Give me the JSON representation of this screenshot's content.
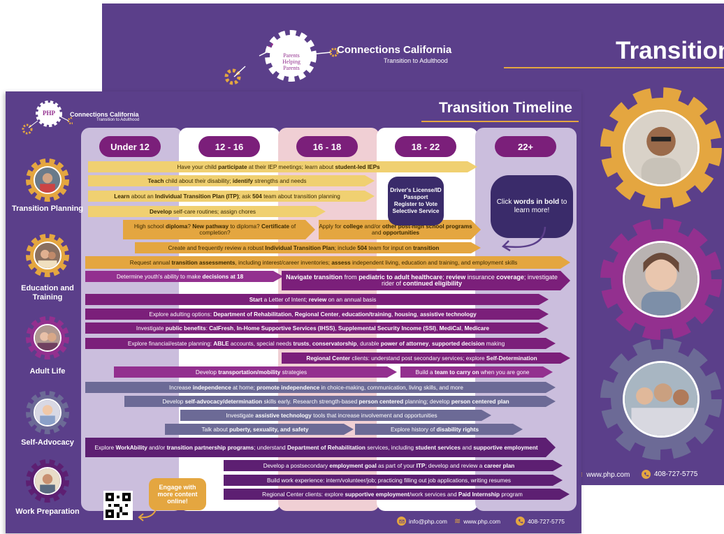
{
  "back": {
    "brand_title": "Connections California",
    "brand_sub": "Transition to Adulthood",
    "title": "Transition Timeline",
    "website": "www.php.com",
    "phone": "408-727-5775",
    "logo_text": "Parents Helping Parents"
  },
  "front": {
    "brand_title": "Connections California",
    "brand_sub": "Transition to Adulthood",
    "title": "Transition Timeline",
    "columns": [
      "Under 12",
      "12 - 16",
      "16 - 18",
      "18 - 22",
      "22+"
    ],
    "row_labels": [
      "Transition Planning",
      "Education and Training",
      "Adult Life",
      "Self-Advocacy",
      "Work Preparation"
    ],
    "navy_box": [
      "Driver's License/ID",
      "Passport",
      "Register to Vote",
      "Selective Service"
    ],
    "click_box": {
      "pre": "Click ",
      "bold": "words in bold",
      "post": " to learn more!"
    },
    "engage": "Engage with more content online!",
    "email": "info@php.com",
    "website": "www.php.com",
    "phone": "408-727-5775",
    "colors": {
      "background": "#5b3f8a",
      "gold": "#e4a640",
      "magenta": "#7b1f7a",
      "navy": "#3a2b6a"
    }
  },
  "bars": [
    {
      "parts": [
        [
          "Have your child ",
          0
        ],
        [
          "participate",
          1
        ],
        [
          " at their IEP meetings; learn about ",
          0
        ],
        [
          "student-led IEPs",
          1
        ]
      ]
    },
    {
      "parts": [
        [
          "Teach",
          1
        ],
        [
          " child about their disability; ",
          0
        ],
        [
          "identify",
          1
        ],
        [
          " strengths and needs",
          0
        ]
      ]
    },
    {
      "parts": [
        [
          "Learn",
          1
        ],
        [
          " about an ",
          0
        ],
        [
          "Individual Transition Plan (ITP)",
          1
        ],
        [
          "; ask ",
          0
        ],
        [
          "504",
          1
        ],
        [
          " team about transition planning",
          0
        ]
      ]
    },
    {
      "parts": [
        [
          "Develop",
          1
        ],
        [
          " self-care routines; assign chores",
          0
        ]
      ]
    },
    {
      "parts": [
        [
          "High school ",
          0
        ],
        [
          "diploma",
          1
        ],
        [
          "? ",
          0
        ],
        [
          "New pathway",
          1
        ],
        [
          " to diploma? ",
          0
        ],
        [
          "Certificate",
          1
        ],
        [
          " of completion?",
          0
        ]
      ]
    },
    {
      "parts": [
        [
          "Apply for ",
          0
        ],
        [
          "college",
          1
        ],
        [
          " and/or ",
          0
        ],
        [
          "other post-high school programs",
          1
        ],
        [
          " and ",
          0
        ],
        [
          "opportunities",
          1
        ]
      ]
    },
    {
      "parts": [
        [
          "Create and frequently review a robust ",
          0
        ],
        [
          "Individual Transition Plan",
          1
        ],
        [
          "; include ",
          0
        ],
        [
          "504",
          1
        ],
        [
          " team for input on ",
          0
        ],
        [
          "transition",
          1
        ]
      ]
    },
    {
      "parts": [
        [
          "Request annual ",
          0
        ],
        [
          "transition assessments",
          1
        ],
        [
          ", including interest/career inventories; ",
          0
        ],
        [
          "assess",
          1
        ],
        [
          " independent living, education and training, and employment skills",
          0
        ]
      ]
    },
    {
      "parts": [
        [
          "Determine youth's ability to make ",
          0
        ],
        [
          "decisions at 18",
          1
        ]
      ]
    },
    {
      "parts": [
        [
          "Navigate transition",
          1
        ],
        [
          " from ",
          0
        ],
        [
          "pediatric to adult healthcare",
          1
        ],
        [
          "; ",
          0
        ],
        [
          "review",
          1
        ],
        [
          " insurance ",
          0
        ],
        [
          "coverage",
          1
        ],
        [
          "; investigate rider of ",
          0
        ],
        [
          "continued eligibility",
          1
        ]
      ]
    },
    {
      "parts": [
        [
          "Start",
          1
        ],
        [
          " a Letter of Intent; ",
          0
        ],
        [
          "review",
          1
        ],
        [
          " on an annual basis",
          0
        ]
      ]
    },
    {
      "parts": [
        [
          "Explore adulting options: ",
          0
        ],
        [
          "Department of Rehabilitation",
          1
        ],
        [
          ", ",
          0
        ],
        [
          "Regional Center",
          1
        ],
        [
          ", ",
          0
        ],
        [
          "education/training",
          1
        ],
        [
          ", ",
          0
        ],
        [
          "housing",
          1
        ],
        [
          ", ",
          0
        ],
        [
          "assistive technology",
          1
        ]
      ]
    },
    {
      "parts": [
        [
          "Investigate ",
          0
        ],
        [
          "public benefits",
          1
        ],
        [
          ": ",
          0
        ],
        [
          "CalFresh",
          1
        ],
        [
          ", ",
          0
        ],
        [
          "In-Home Supportive Services (IHSS)",
          1
        ],
        [
          ", ",
          0
        ],
        [
          "Supplemental Security Income (SSI)",
          1
        ],
        [
          ", ",
          0
        ],
        [
          "MediCal",
          1
        ],
        [
          ", ",
          0
        ],
        [
          "Medicare",
          1
        ]
      ]
    },
    {
      "parts": [
        [
          "Explore financial/estate planning: ",
          0
        ],
        [
          "ABLE",
          1
        ],
        [
          " accounts, special needs ",
          0
        ],
        [
          "trusts",
          1
        ],
        [
          ", ",
          0
        ],
        [
          "conservatorship",
          1
        ],
        [
          ", durable ",
          0
        ],
        [
          "power of attorney",
          1
        ],
        [
          ", ",
          0
        ],
        [
          "supported decision",
          1
        ],
        [
          " making",
          0
        ]
      ]
    },
    {
      "parts": [
        [
          "Regional Center",
          1
        ],
        [
          " clients: understand post secondary services; explore ",
          0
        ],
        [
          "Self-Determination",
          1
        ]
      ]
    },
    {
      "parts": [
        [
          "Develop ",
          0
        ],
        [
          "transportation/mobility",
          1
        ],
        [
          " strategies",
          0
        ]
      ]
    },
    {
      "parts": [
        [
          "Build a ",
          0
        ],
        [
          "team to carry on",
          1
        ],
        [
          " when you are gone",
          0
        ]
      ]
    },
    {
      "parts": [
        [
          "Increase ",
          0
        ],
        [
          "independence",
          1
        ],
        [
          " at home; ",
          0
        ],
        [
          "promote independence",
          1
        ],
        [
          " in choice-making, communication, living skills, and more",
          0
        ]
      ]
    },
    {
      "parts": [
        [
          "Develop ",
          0
        ],
        [
          "self-advocacy/determination",
          1
        ],
        [
          " skills early. Research strength-based ",
          0
        ],
        [
          "person centered",
          1
        ],
        [
          " planning; develop ",
          0
        ],
        [
          "person centered plan",
          1
        ]
      ]
    },
    {
      "parts": [
        [
          "Investigate ",
          0
        ],
        [
          "assistive technology",
          1
        ],
        [
          " tools that increase involvement and opportunities",
          0
        ]
      ]
    },
    {
      "parts": [
        [
          "Talk about ",
          0
        ],
        [
          "puberty, sexuality, and safety",
          1
        ]
      ]
    },
    {
      "parts": [
        [
          "Explore history of ",
          0
        ],
        [
          "disability rights",
          1
        ]
      ]
    },
    {
      "parts": [
        [
          "Explore ",
          0
        ],
        [
          "WorkAbility",
          1
        ],
        [
          " and/or ",
          0
        ],
        [
          "transition partnership programs",
          1
        ],
        [
          "; understand ",
          0
        ],
        [
          "Department of Rehabilitation",
          1
        ],
        [
          " services, including ",
          0
        ],
        [
          "student services",
          1
        ],
        [
          " and ",
          0
        ],
        [
          "supportive employment",
          1
        ]
      ]
    },
    {
      "parts": [
        [
          "Develop a postsecondary ",
          0
        ],
        [
          "employment goal",
          1
        ],
        [
          " as part of your ",
          0
        ],
        [
          "ITP",
          1
        ],
        [
          "; develop and review a ",
          0
        ],
        [
          "career plan",
          1
        ]
      ]
    },
    {
      "parts": [
        [
          "Build work experience: intern/volunteer/job; practicing filling out job applications, writing resumes",
          0
        ]
      ]
    },
    {
      "parts": [
        [
          "Regional Center clients: explore ",
          0
        ],
        [
          "supportive employment",
          1
        ],
        [
          "/work services and ",
          0
        ],
        [
          "Paid Internship",
          1
        ],
        [
          " program",
          0
        ]
      ]
    }
  ]
}
